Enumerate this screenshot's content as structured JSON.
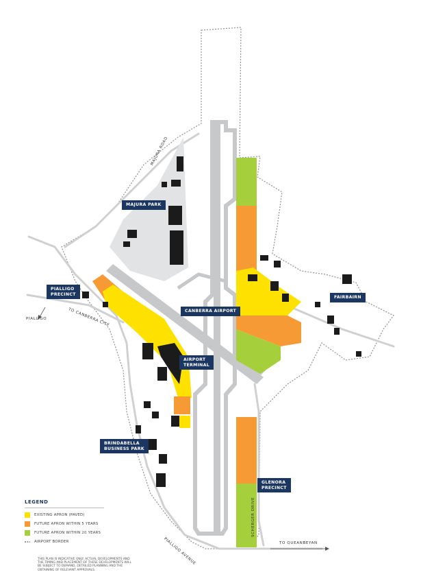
{
  "colors": {
    "existing_apron": "#ffe100",
    "future_5": "#f59a35",
    "future_20": "#a6cf3c",
    "label_bg": "#1a3661",
    "runway": "#c7c8ca",
    "road": "#cfd0d2",
    "building": "#1b1b1b",
    "border": "#8f8f8f"
  },
  "precincts": {
    "majura_park": "MAJURA PARK",
    "pialligo_precinct": "PIALLIGO\nPRECINCT",
    "canberra_airport": "CANBERRA AIRPORT",
    "airport_terminal": "AIRPORT\nTERMINAL",
    "fairbairn": "FAIRBAIRN",
    "brindabella_business_park": "BRINDABELLA\nBUSINESS PARK",
    "glenora_precinct": "GLENORA\nPRECINCT"
  },
  "roads": {
    "majura_road": "MAJURA ROAD",
    "to_canberra_city": "TO CANBERRA CITY",
    "pialligo": "PIALLIGO",
    "pialligo_avenue": "PIALLIGO AVENUE",
    "scherger_drive": "SCHERGER DRIVE",
    "to_queanbeyan": "TO QUEANBEYAN"
  },
  "legend": {
    "title": "LEGEND",
    "items": [
      {
        "label": "EXISTING APRON (PAVED)",
        "color": "#ffe100",
        "icon": "solid-swatch"
      },
      {
        "label": "FUTURE APRON WITHIN 5 YEARS",
        "color": "#f59a35",
        "icon": "solid-swatch"
      },
      {
        "label": "FUTURE APRON WITHIN 20 YEARS",
        "color": "#a6cf3c",
        "icon": "solid-swatch"
      },
      {
        "label": "AIRPORT BORDER",
        "color": "#555555",
        "icon": "dashed-line"
      }
    ]
  },
  "disclaimer": "THIS PLAN IS INDICATIVE ONLY. ACTUAL DEVELOPMENTS AND THE TIMING AND PLACEMENT OF THESE DEVELOPMENTS WILL BE SUBJECT TO DEMAND, DETAILED PLANNING AND THE OBTAINING OF RELEVANT APPROVALS."
}
